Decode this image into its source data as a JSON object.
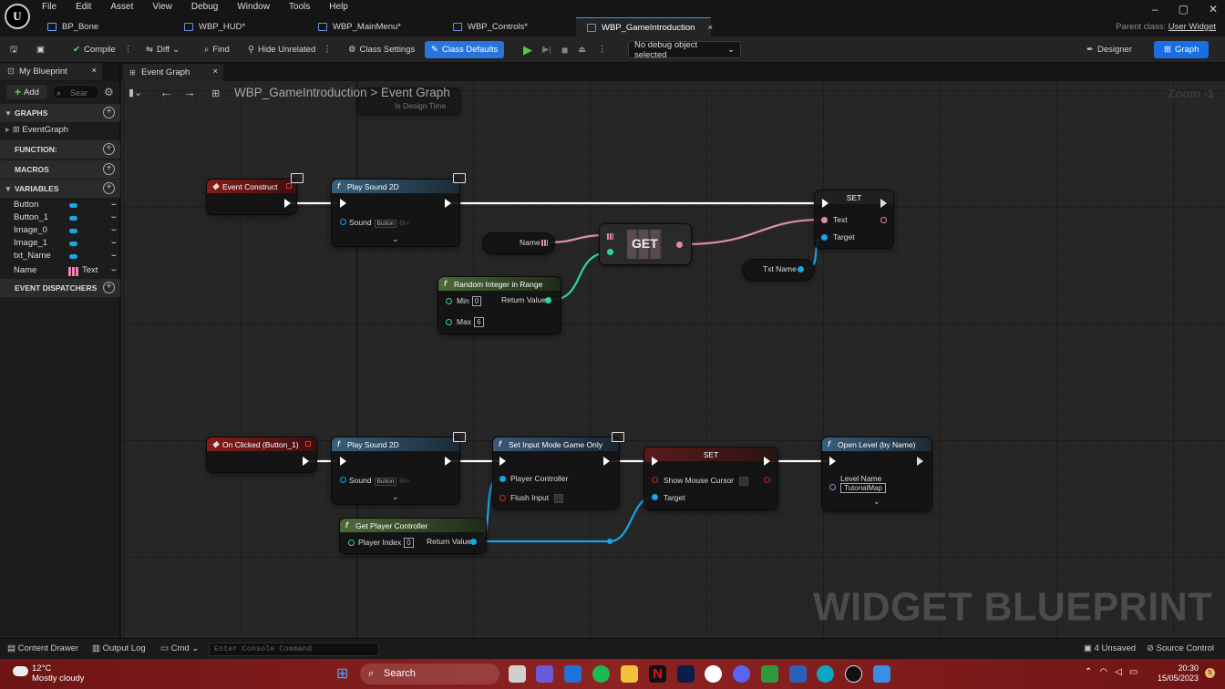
{
  "menu": [
    "File",
    "Edit",
    "Asset",
    "View",
    "Debug",
    "Window",
    "Tools",
    "Help"
  ],
  "doc_tabs": [
    {
      "label": "BP_Bone"
    },
    {
      "label": "WBP_HUD*"
    },
    {
      "label": "WBP_MainMenu*"
    },
    {
      "label": "WBP_Controls*"
    },
    {
      "label": "WBP_GameIntroduction",
      "close": "×"
    }
  ],
  "parent_class": {
    "label": "Parent class:",
    "value": "User Widget"
  },
  "toolbar": {
    "compile": "Compile",
    "diff": "Diff",
    "find": "Find",
    "hide_unrelated": "Hide Unrelated",
    "class_settings": "Class Settings",
    "class_defaults": "Class Defaults",
    "debug_object": "No debug object selected",
    "designer": "Designer",
    "graph": "Graph"
  },
  "left_panel": {
    "tab": "My Blueprint",
    "add": "Add",
    "search_placeholder": "Sear",
    "sections": {
      "graphs": "GRAPHS",
      "functions": "FUNCTION:",
      "macros": "MACROS",
      "variables": "VARIABLES",
      "dispatchers": "EVENT DISPATCHERS"
    },
    "graph_item": "EventGraph",
    "variables": [
      {
        "name": "Button"
      },
      {
        "name": "Button_1"
      },
      {
        "name": "Image_0"
      },
      {
        "name": "Image_1"
      },
      {
        "name": "txt_Name"
      },
      {
        "name": "Name",
        "type": "Text"
      }
    ]
  },
  "graph": {
    "tab": "Event Graph",
    "breadcrumb_root": "WBP_GameIntroduction",
    "breadcrumb_sep": ">",
    "breadcrumb_leaf": "Event Graph",
    "zoom": "Zoom -1",
    "watermark": "WIDGET BLUEPRINT",
    "partial_node_label": "Is Design Time"
  },
  "nodes": {
    "event_construct": "Event Construct",
    "play_sound_1": {
      "title": "Play Sound 2D",
      "pin": "Sound",
      "value": "Button"
    },
    "set_text": {
      "title": "SET",
      "pin_text": "Text",
      "pin_target": "Target"
    },
    "name_var": "Name",
    "get": "GET",
    "txt_name": "Txt Name",
    "random_int": {
      "title": "Random Integer in Range",
      "min_label": "Min",
      "min": "0",
      "max_label": "Max",
      "max": "6",
      "ret": "Return Value"
    },
    "on_clicked": "On Clicked (Button_1)",
    "play_sound_2": {
      "title": "Play Sound 2D",
      "pin": "Sound",
      "value": "Button"
    },
    "set_input": {
      "title": "Set Input Mode Game Only",
      "pin_pc": "Player Controller",
      "pin_flush": "Flush Input"
    },
    "set_cursor": {
      "title": "SET",
      "pin_cursor": "Show Mouse Cursor",
      "pin_target": "Target"
    },
    "open_level": {
      "title": "Open Level (by Name)",
      "pin": "Level Name",
      "value": "TutorialMap"
    },
    "get_pc": {
      "title": "Get Player Controller",
      "pin": "Player Index",
      "value": "0",
      "ret": "Return Value"
    }
  },
  "statusbar": {
    "content_drawer": "Content Drawer",
    "output_log": "Output Log",
    "cmd": "Cmd",
    "console_placeholder": "Enter Console Command",
    "unsaved": "4 Unsaved",
    "source_control": "Source Control"
  },
  "taskbar": {
    "temp": "12°C",
    "weather": "Mostly cloudy",
    "search": "Search",
    "time": "20:30",
    "date": "15/05/2023",
    "notif": "5"
  },
  "colors": {
    "accent": "#1a6ee0",
    "exec_wire": "#ffffff",
    "text_wire": "#e08ab0",
    "int_wire": "#2ad6a0",
    "object_wire": "#17a4e8",
    "taskbar": "#7a1c1c"
  }
}
